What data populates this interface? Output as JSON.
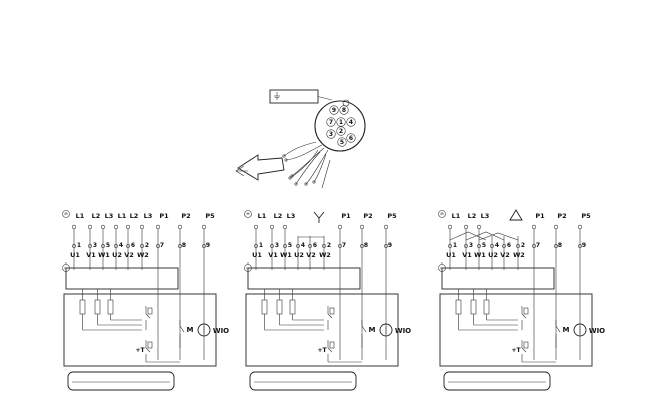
{
  "connector": {
    "pins": [
      "9",
      "8",
      "1",
      "2",
      "3",
      "7",
      "4",
      "5",
      "6"
    ],
    "tag_symbol": "ground"
  },
  "diagrams": [
    {
      "terminal_labels": [
        "L1",
        "L2",
        "L3",
        "L1",
        "L2",
        "L3",
        "P1",
        "P2",
        "P5"
      ],
      "winding_labels": [
        "U1",
        "V1",
        "W1",
        "U2",
        "V2",
        "W2"
      ],
      "winding_numbers": [
        "1",
        "3",
        "5",
        "4",
        "6",
        "2"
      ],
      "aux_numbers": [
        "7",
        "8",
        "9"
      ],
      "motor_label": "M",
      "wio_label": "WIO",
      "connection": "none"
    },
    {
      "terminal_labels": [
        "L1",
        "L2",
        "L3",
        "P1",
        "P2",
        "P5"
      ],
      "winding_labels": [
        "U1",
        "V1",
        "W1",
        "U2",
        "V2",
        "W2"
      ],
      "winding_numbers": [
        "1",
        "3",
        "5",
        "4",
        "6",
        "2"
      ],
      "aux_numbers": [
        "7",
        "8",
        "9"
      ],
      "motor_label": "M",
      "wio_label": "WIO",
      "connection": "star"
    },
    {
      "terminal_labels": [
        "L1",
        "L2",
        "L3",
        "P1",
        "P2",
        "P5"
      ],
      "winding_labels": [
        "U1",
        "V1",
        "W1",
        "U2",
        "V2",
        "W2"
      ],
      "winding_numbers": [
        "1",
        "3",
        "5",
        "4",
        "6",
        "2"
      ],
      "aux_numbers": [
        "7",
        "8",
        "9"
      ],
      "motor_label": "M",
      "wio_label": "WIO",
      "connection": "delta"
    }
  ]
}
